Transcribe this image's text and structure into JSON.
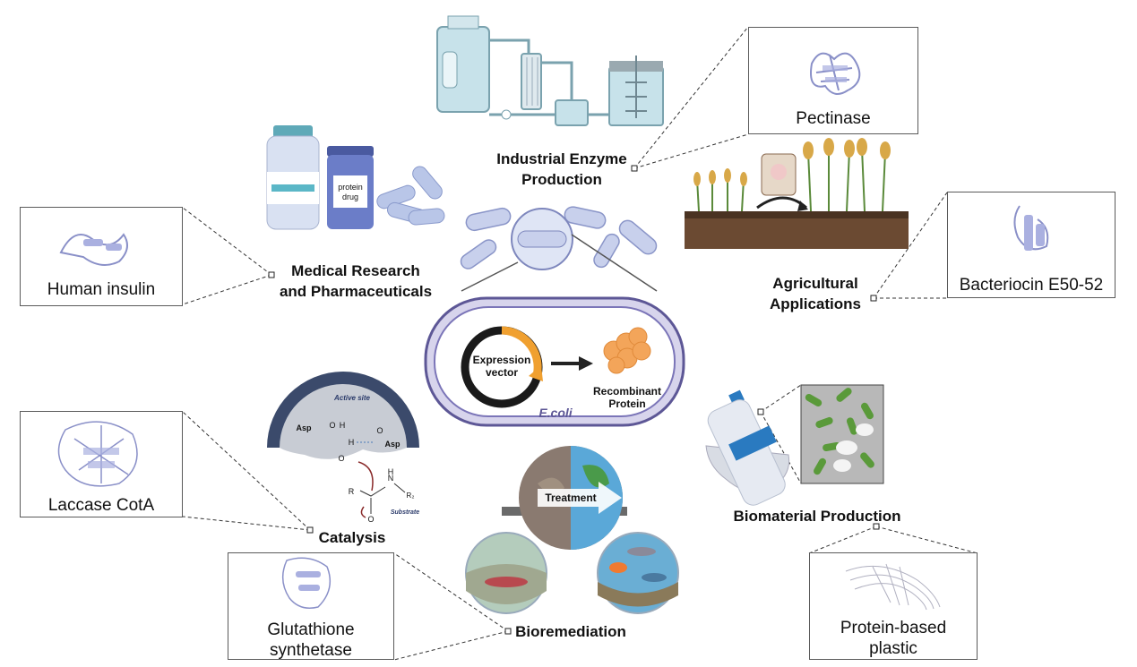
{
  "center": {
    "organism": "E.coli",
    "vector_label": [
      "Expression",
      "vector"
    ],
    "product_label": [
      "Recombinant",
      "Protein"
    ]
  },
  "categories": {
    "industrial": [
      "Industrial Enzyme",
      "Production"
    ],
    "medical": [
      "Medical Research",
      "and Pharmaceuticals"
    ],
    "agricultural": [
      "Agricultural",
      "Applications"
    ],
    "catalysis": "Catalysis",
    "bioremediation": "Bioremediation",
    "biomaterial": "Biomaterial Production"
  },
  "proteins": {
    "pectinase": "Pectinase",
    "human_insulin": "Human insulin",
    "bacteriocin": "Bacteriocin E50-52",
    "laccase": "Laccase CotA",
    "glutathione": [
      "Glutathione",
      "synthetase"
    ],
    "protein_plastic": [
      "Protein-based",
      "plastic"
    ]
  },
  "illustrations": {
    "drug_label": [
      "protein",
      "drug"
    ],
    "active_site": "Active site",
    "asp": "Asp",
    "substrate": "Substrate",
    "treatment": "Treatment",
    "atoms": {
      "O": "O",
      "H": "H",
      "N": "N",
      "R": "R",
      "R2": "R₂"
    }
  },
  "colors": {
    "accent_purple": "#7b75b8",
    "orange": "#f0a030",
    "protein_blue": "#9aa0d8",
    "bacteria_green": "#5a9a3a"
  }
}
